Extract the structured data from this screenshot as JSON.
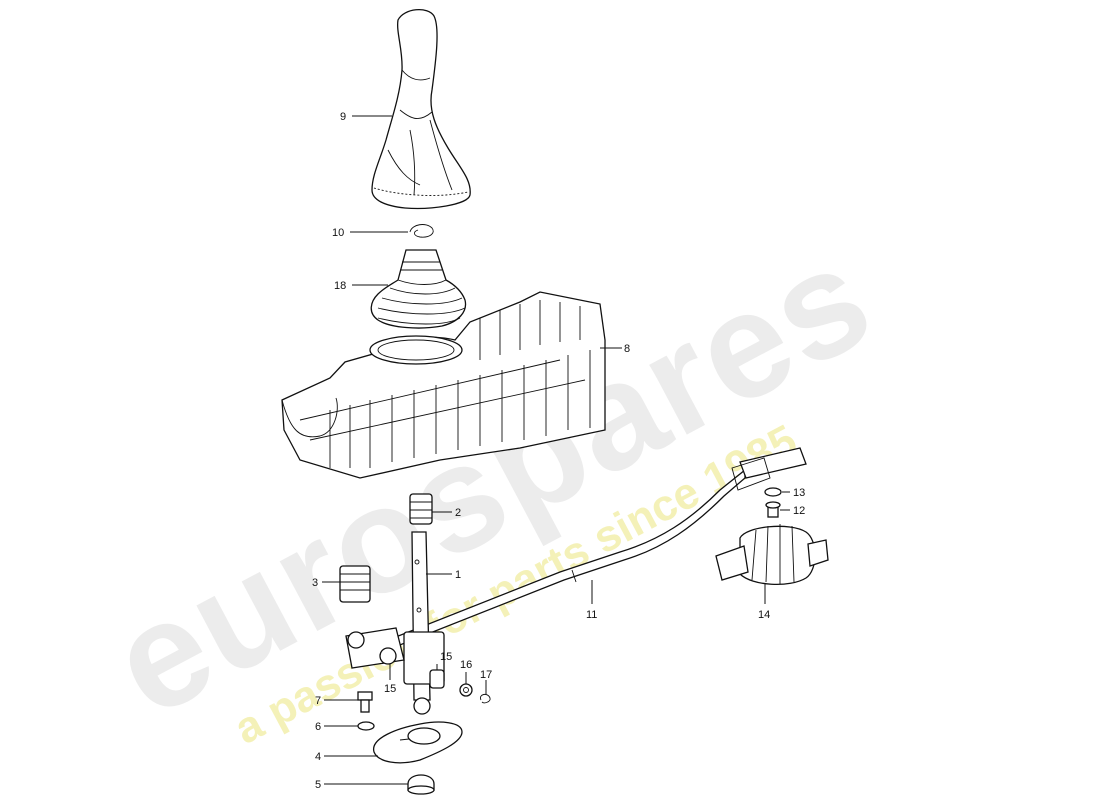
{
  "watermark": {
    "brand": "eurospares",
    "tagline": "a passion for parts since 1985",
    "brand_color": "#e9e9e9",
    "tagline_color": "#f3efb0"
  },
  "callouts": {
    "p1": "1",
    "p2": "2",
    "p3": "3",
    "p4": "4",
    "p5": "5",
    "p6": "6",
    "p7": "7",
    "p8": "8",
    "p9": "9",
    "p10": "10",
    "p11": "11",
    "p12": "12",
    "p13": "13",
    "p14": "14",
    "p15a": "15",
    "p15b": "15",
    "p16": "16",
    "p17": "17",
    "p18": "18"
  }
}
